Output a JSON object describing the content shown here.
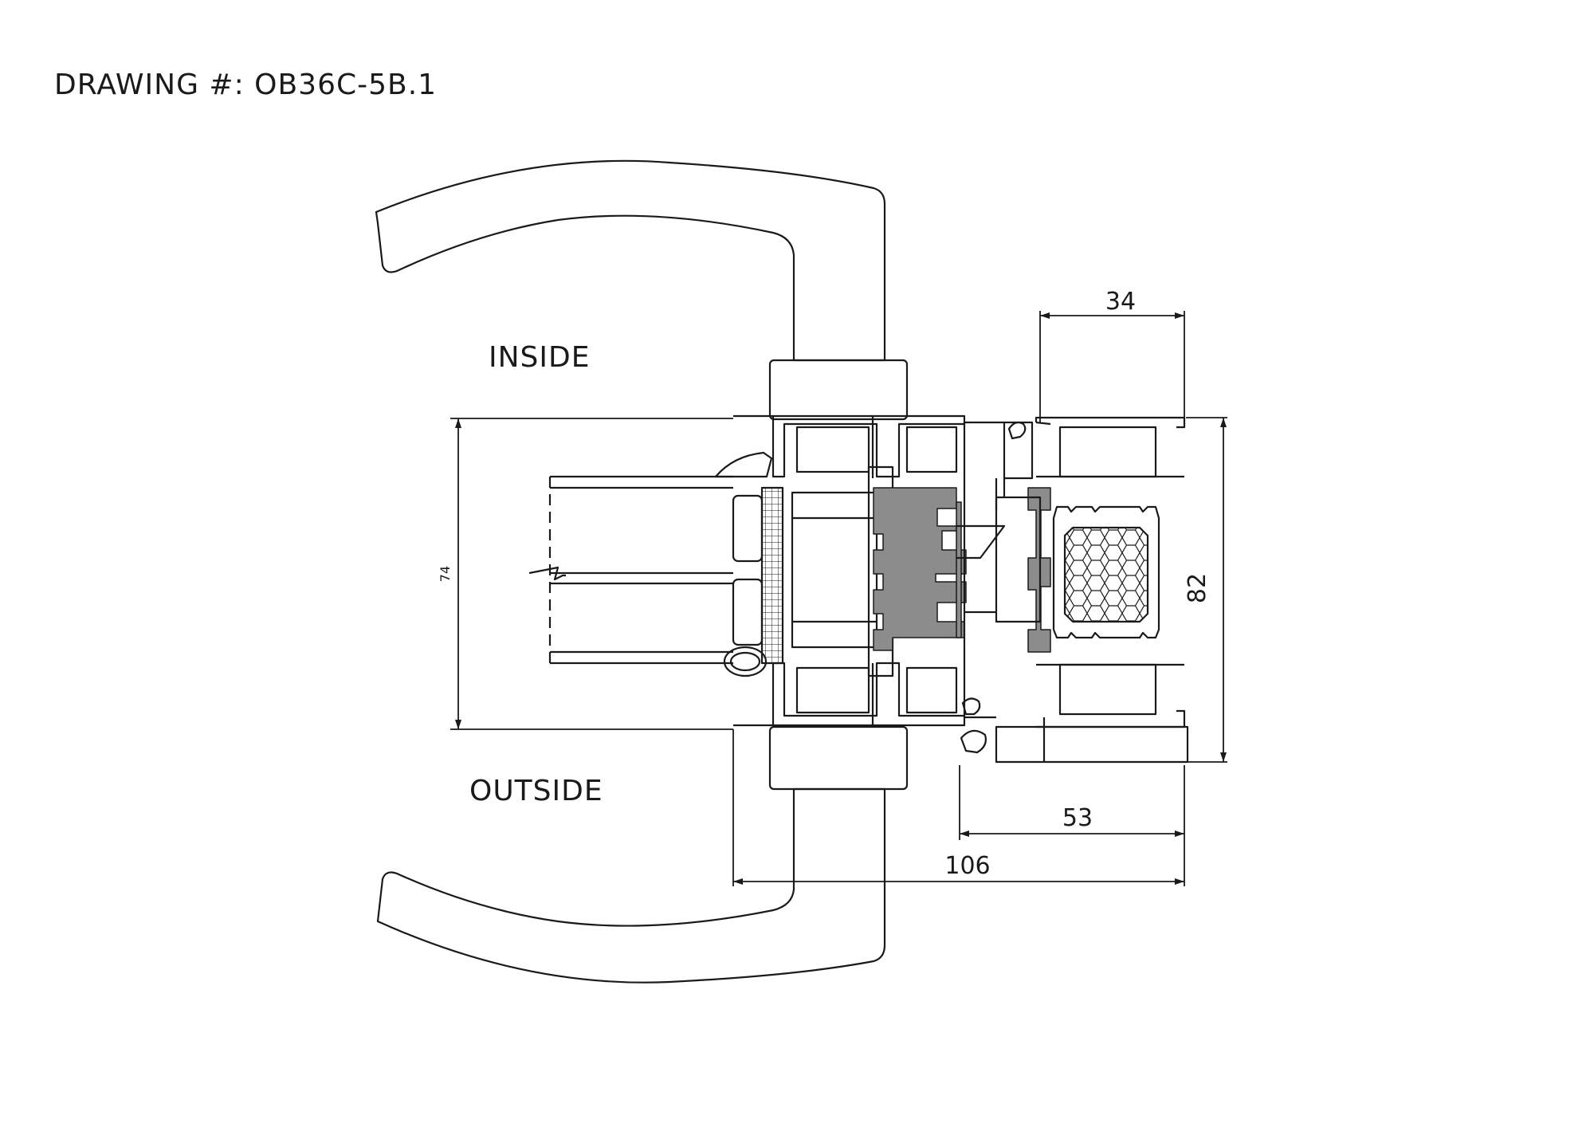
{
  "drawing": {
    "number_label": "DRAWING #: OB36C-5B.1"
  },
  "labels": {
    "inside": "INSIDE",
    "outside": "OUTSIDE"
  },
  "dimensions": {
    "top_width": "34",
    "right_height": "82",
    "left_height": "74",
    "bottom_inner_width": "53",
    "bottom_overall_width": "106"
  },
  "colors": {
    "line": "#1a1a1a",
    "thermal_break": "#8c8c8c",
    "background": "#ffffff"
  }
}
